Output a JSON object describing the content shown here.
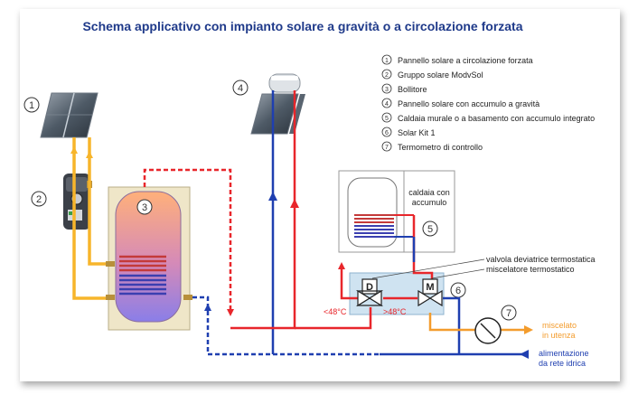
{
  "title": "Schema applicativo con impianto solare a gravità o a circolazione forzata",
  "legend": [
    {
      "num": "1",
      "label": "Pannello solare a circolazione forzata"
    },
    {
      "num": "2",
      "label": "Gruppo solare ModvSol"
    },
    {
      "num": "3",
      "label": "Bollitore"
    },
    {
      "num": "4",
      "label": "Pannello solare con accumulo a gravità"
    },
    {
      "num": "5",
      "label": "Caldaia murale o a basamento con accumulo integrato"
    },
    {
      "num": "6",
      "label": "Solar Kit 1"
    },
    {
      "num": "7",
      "label": "Termometro di controllo"
    }
  ],
  "boiler_label": {
    "line1": "caldaia con",
    "line2": "accumulo"
  },
  "valve_labels": {
    "deviatrice": "valvola deviatrice termostatica",
    "miscelatore": "miscelatore termostatico",
    "d": "D",
    "m": "M",
    "temp_low": "<48°C",
    "temp_high": ">48°C"
  },
  "outputs": {
    "mixed_line1": "miscelato",
    "mixed_line2": "in utenza",
    "supply_line1": "alimentazione",
    "supply_line2": "da rete idrica"
  },
  "colors": {
    "hot": "#e8262b",
    "cold": "#1f3fb0",
    "solar": "#f7b52b",
    "mixed": "#f39c2d",
    "title": "#1f3a8a",
    "kit_fill": "#cfe3f1"
  }
}
